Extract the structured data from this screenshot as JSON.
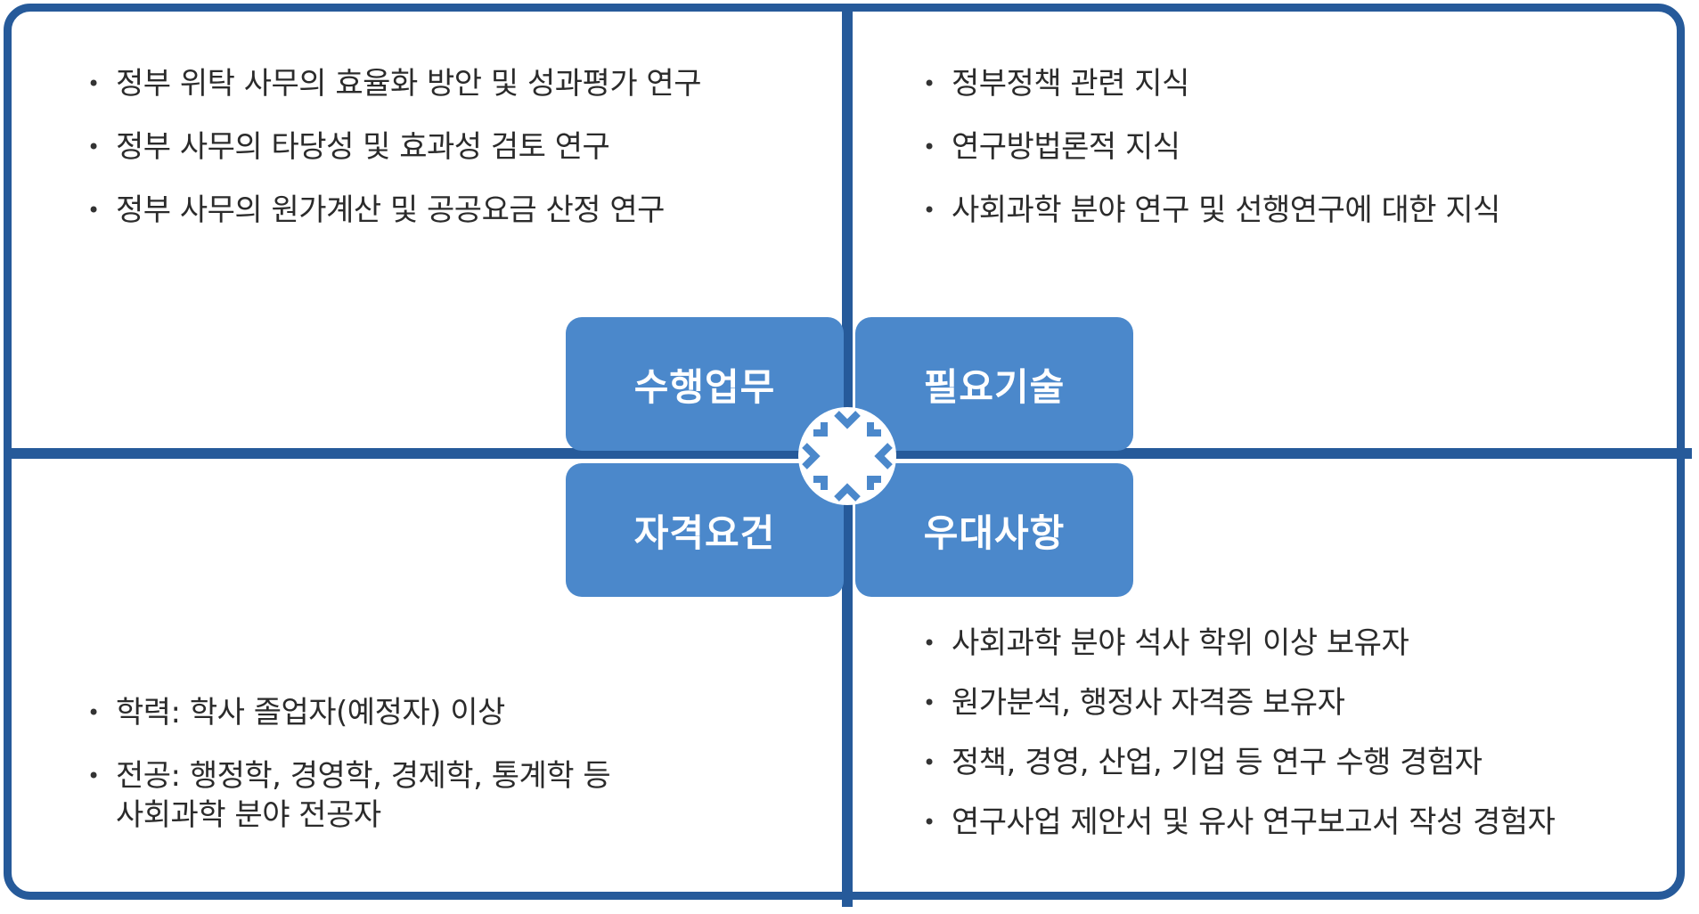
{
  "diagram": {
    "colors": {
      "frame": "#265a9a",
      "box": "#4b88cb",
      "box_text": "#ffffff"
    },
    "center": {
      "top_left": "수행업무",
      "top_right": "필요기술",
      "bottom_left": "자격요건",
      "bottom_right": "우대사항",
      "hub_icon": "converging-arrows-icon"
    },
    "quadrants": {
      "top_left": [
        "정부 위탁 사무의 효율화 방안 및 성과평가 연구",
        "정부 사무의 타당성 및 효과성 검토 연구",
        "정부 사무의 원가계산 및 공공요금 산정 연구"
      ],
      "top_right": [
        "정부정책 관련 지식",
        "연구방법론적 지식",
        "사회과학 분야 연구 및 선행연구에 대한 지식"
      ],
      "bottom_left": [
        "학력: 학사 졸업자(예정자) 이상",
        "전공: 행정학, 경영학, 경제학, 통계학 등"
      ],
      "bottom_left_continuation": "사회과학 분야 전공자",
      "bottom_right": [
        "사회과학 분야 석사 학위 이상 보유자",
        "원가분석, 행정사 자격증 보유자",
        "정책, 경영, 산업, 기업 등 연구 수행 경험자",
        "연구사업 제안서 및 유사 연구보고서 작성 경험자"
      ]
    }
  }
}
